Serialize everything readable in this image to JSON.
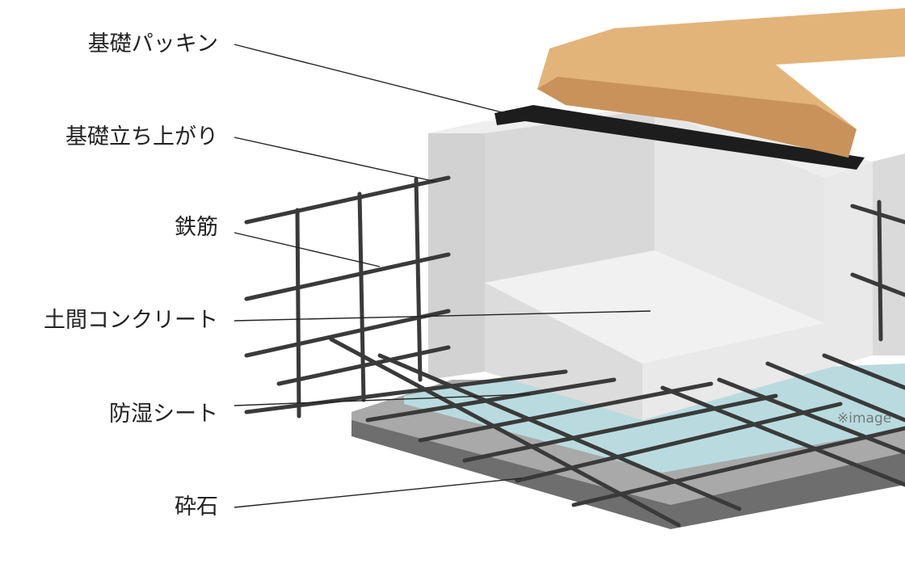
{
  "labels": {
    "packing": "基礎パッキン",
    "riser": "基礎立ち上がり",
    "rebar": "鉄筋",
    "slab": "土間コンクリート",
    "sheet": "防湿シート",
    "gravel": "砕石"
  },
  "watermark": "※image",
  "colors": {
    "concrete": "#e4e4e4",
    "wood": "#e2b47a",
    "sheet": "#b9dbe0",
    "gravel": "#6e6e6e",
    "rebar": "#3a3a3a"
  }
}
